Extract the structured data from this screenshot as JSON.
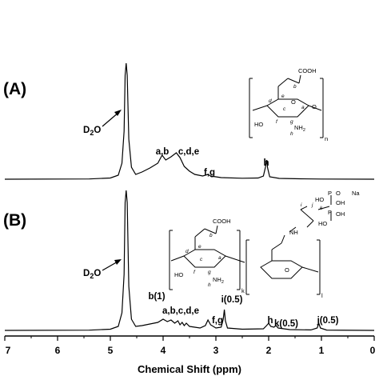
{
  "chart_data": {
    "type": "line",
    "xlabel": "Chemical Shift (ppm)",
    "x_reversed": true,
    "xlim": [
      7,
      0
    ],
    "x_ticks": [
      "7",
      "6",
      "5",
      "4",
      "3",
      "2",
      "1",
      "0"
    ],
    "colors": {
      "line": "#000000",
      "background": "#ffffff"
    },
    "panels": [
      {
        "label": "(A)",
        "solvent_label": "D2O",
        "baseline_ppm_range": [
          7,
          0
        ],
        "spectrum": [
          [
            7.0,
            0
          ],
          [
            5.4,
            0.3
          ],
          [
            5.0,
            1.5
          ],
          [
            4.85,
            5
          ],
          [
            4.78,
            20
          ],
          [
            4.74,
            60
          ],
          [
            4.72,
            130
          ],
          [
            4.7,
            145
          ],
          [
            4.68,
            130
          ],
          [
            4.65,
            50
          ],
          [
            4.6,
            15
          ],
          [
            4.52,
            6
          ],
          [
            4.4,
            9
          ],
          [
            4.25,
            14
          ],
          [
            4.1,
            20
          ],
          [
            4.02,
            30
          ],
          [
            3.95,
            24
          ],
          [
            3.85,
            28
          ],
          [
            3.75,
            33
          ],
          [
            3.68,
            27
          ],
          [
            3.6,
            16
          ],
          [
            3.5,
            10
          ],
          [
            3.4,
            6
          ],
          [
            3.25,
            4
          ],
          [
            3.15,
            6
          ],
          [
            3.1,
            4
          ],
          [
            2.9,
            2
          ],
          [
            2.5,
            1.2
          ],
          [
            2.2,
            1.5
          ],
          [
            2.1,
            4
          ],
          [
            2.06,
            15
          ],
          [
            2.04,
            24
          ],
          [
            2.02,
            14
          ],
          [
            1.98,
            3
          ],
          [
            1.8,
            1
          ],
          [
            1.4,
            0.5
          ],
          [
            1.0,
            0.2
          ],
          [
            0.0,
            0
          ]
        ],
        "annotations": [
          {
            "text": "a,b",
            "ppm": 4.02
          },
          {
            "text": "c,d,e",
            "ppm": 3.75
          },
          {
            "text": "f,g",
            "ppm": 3.15
          },
          {
            "text": "h",
            "ppm": 2.04
          }
        ],
        "structure": {
          "cooh": "COOH",
          "b": "b",
          "e": "e",
          "d": "d",
          "c": "c",
          "a": "a",
          "ho": "HO",
          "f": "f",
          "g": "g",
          "nh2": "NH",
          "nh2_sub": "2",
          "h": "h",
          "n": "n",
          "o_ring": "O",
          "o_link": "O"
        }
      },
      {
        "label": "(B)",
        "solvent_label": "D2O",
        "baseline_ppm_range": [
          7,
          0
        ],
        "spectrum": [
          [
            7.0,
            0
          ],
          [
            5.4,
            0.3
          ],
          [
            5.0,
            1.5
          ],
          [
            4.85,
            5
          ],
          [
            4.78,
            22
          ],
          [
            4.74,
            70
          ],
          [
            4.72,
            160
          ],
          [
            4.7,
            175
          ],
          [
            4.68,
            160
          ],
          [
            4.65,
            55
          ],
          [
            4.6,
            14
          ],
          [
            4.52,
            5
          ],
          [
            4.4,
            6
          ],
          [
            4.25,
            8
          ],
          [
            4.1,
            10
          ],
          [
            4.0,
            14
          ],
          [
            3.92,
            11
          ],
          [
            3.85,
            13
          ],
          [
            3.78,
            9
          ],
          [
            3.72,
            12
          ],
          [
            3.68,
            7
          ],
          [
            3.64,
            10
          ],
          [
            3.6,
            6
          ],
          [
            3.56,
            9
          ],
          [
            3.5,
            5
          ],
          [
            3.4,
            4
          ],
          [
            3.3,
            3
          ],
          [
            3.2,
            6
          ],
          [
            3.15,
            13
          ],
          [
            3.1,
            7
          ],
          [
            3.0,
            3
          ],
          [
            2.9,
            4
          ],
          [
            2.86,
            14
          ],
          [
            2.84,
            26
          ],
          [
            2.82,
            12
          ],
          [
            2.78,
            3
          ],
          [
            2.5,
            1.5
          ],
          [
            2.1,
            2
          ],
          [
            2.04,
            6
          ],
          [
            2.0,
            9
          ],
          [
            1.96,
            5
          ],
          [
            1.9,
            4
          ],
          [
            1.86,
            6
          ],
          [
            1.82,
            3
          ],
          [
            1.6,
            1
          ],
          [
            1.2,
            0.6
          ],
          [
            1.08,
            3
          ],
          [
            1.05,
            9
          ],
          [
            1.02,
            3
          ],
          [
            0.9,
            0.4
          ],
          [
            0.0,
            0
          ]
        ],
        "annotations": [
          {
            "text": "b(1)",
            "ppm": 3.92
          },
          {
            "text": "a,b,c,d,e",
            "ppm": 3.7
          },
          {
            "text": "f,g",
            "ppm": 3.15
          },
          {
            "text": "i(0.5)",
            "ppm": 2.84
          },
          {
            "text": "h",
            "ppm": 2.0
          },
          {
            "text": "k(0.5)",
            "ppm": 1.86
          },
          {
            "text": "j(0.5)",
            "ppm": 1.05
          }
        ],
        "structure": {
          "cooh": "COOH",
          "b": "b",
          "e": "e",
          "d": "d",
          "c": "c",
          "a": "a",
          "ho": "HO",
          "f": "f",
          "g": "g",
          "nh2": "NH",
          "nh2_sub": "2",
          "h": "h",
          "k": "k",
          "l": "l",
          "nh": "NH",
          "o_ring": "O",
          "ho_top": "HO",
          "p_label": "P",
          "o_minus": "O",
          "na_plus": "Na",
          "oh1": "OH",
          "oh2": "OH",
          "ho_p": "HO",
          "i": "i",
          "j": "j",
          "k_side": "k"
        }
      }
    ]
  }
}
